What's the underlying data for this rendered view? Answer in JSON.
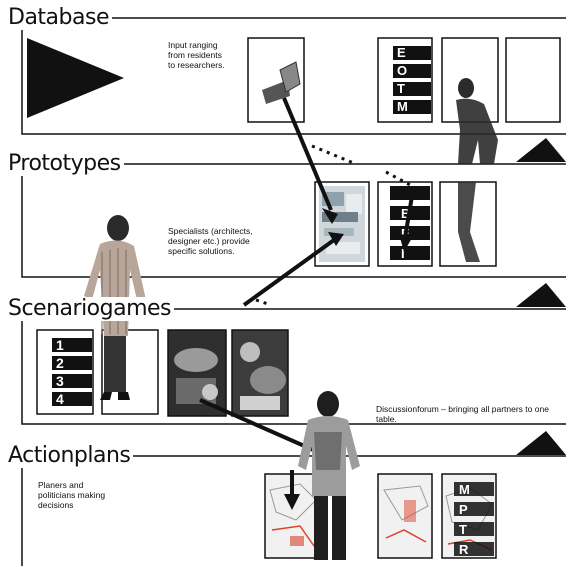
{
  "layers": [
    {
      "title": "Database",
      "note": "Input ranging from residents to researchers.",
      "letters": [
        "E",
        "O",
        "T",
        "M"
      ]
    },
    {
      "title": "Prototypes",
      "note": "Specialists (architects, designer etc.) provide specific solutions.",
      "letters": [
        "B",
        "E",
        "I"
      ]
    },
    {
      "title": "Scenariogames",
      "note": "Discussionforum – bringing all partners to one table.",
      "numbers": [
        "1",
        "2",
        "3",
        "4"
      ]
    },
    {
      "title": "Actionplans",
      "note": "Planers and politicians making decisions",
      "letters": [
        "M",
        "P",
        "T",
        "R"
      ]
    }
  ],
  "colors": {
    "ink": "#111111",
    "panel": "#ffffff",
    "photo_dark": "#3a3a3a",
    "photo_mid": "#8a8a8a",
    "accent_red": "#d9412a"
  }
}
